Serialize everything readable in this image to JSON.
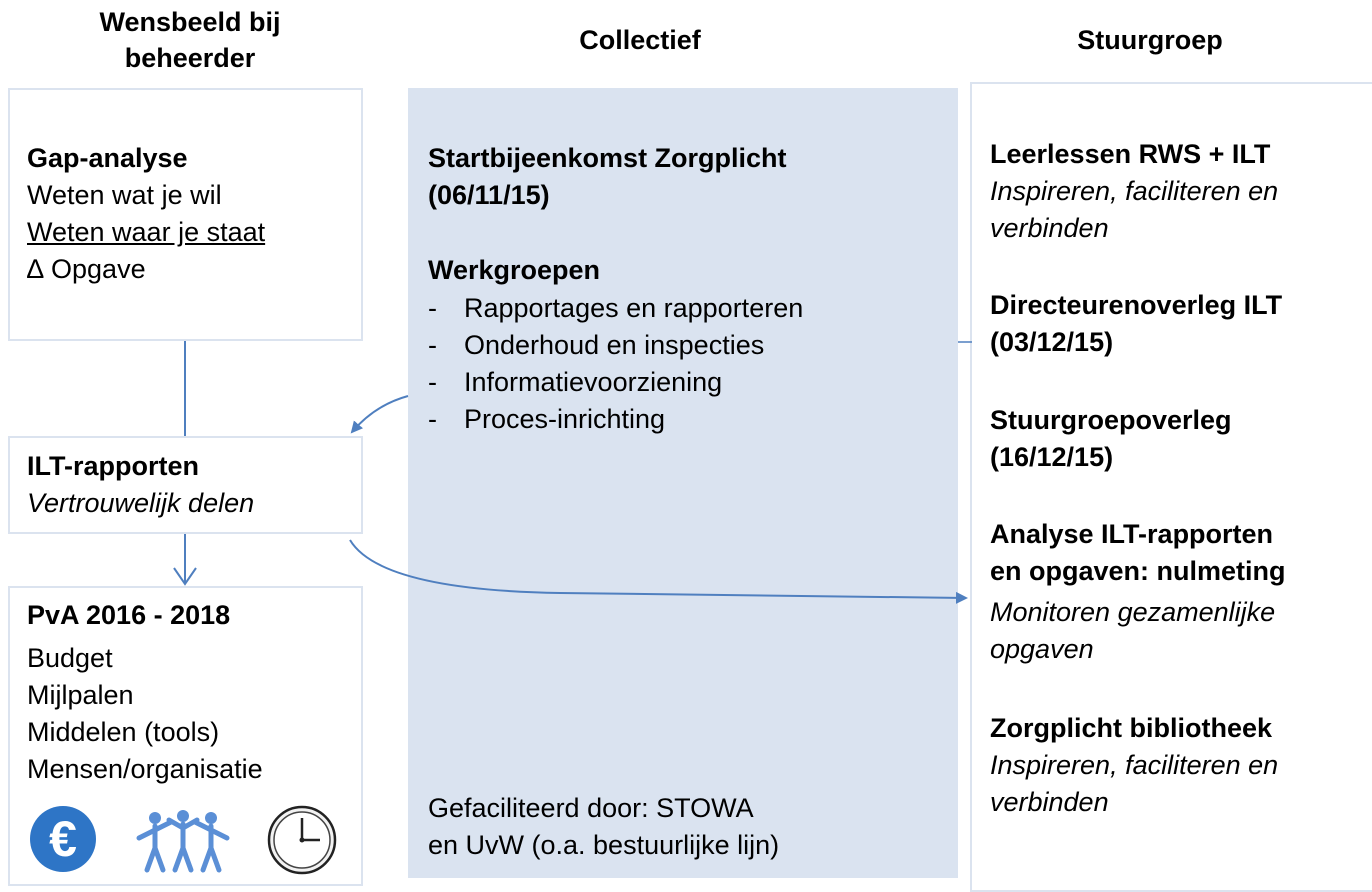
{
  "columns": {
    "left": "Wensbeeld bij beheerder",
    "middle": "Collectief",
    "right": "Stuurgroep"
  },
  "left": {
    "gap": {
      "title": "Gap-analyse",
      "line1": "Weten wat je wil",
      "line2": "Weten waar je staat",
      "line3": "∆ Opgave"
    },
    "ilt": {
      "title": "ILT-rapporten",
      "subtitle": "Vertrouwelijk delen"
    },
    "pva": {
      "title": "PvA 2016 - 2018",
      "items": [
        "Budget",
        "Mijlpalen",
        "Middelen (tools)",
        "Mensen/organisatie"
      ],
      "icons": [
        "euro-icon",
        "people-icon",
        "clock-icon"
      ],
      "euro_symbol": "€"
    }
  },
  "middle": {
    "start_title": "Startbijeenkomst Zorgplicht",
    "start_date": "(06/11/15)",
    "werkgroepen_title": "Werkgroepen",
    "werkgroepen": [
      "Rapportages en rapporteren",
      "Onderhoud en inspecties",
      "Informatievoorziening",
      "Proces-inrichting"
    ],
    "dash": "-",
    "footer_line1": "Gefaciliteerd door: STOWA",
    "footer_line2": "en UvW (o.a. bestuurlijke lijn)"
  },
  "right": {
    "b1_title": "Leerlessen RWS + ILT",
    "b1_sub1": "Inspireren, faciliteren en",
    "b1_sub2": "verbinden",
    "b2_title1": "Directeurenoverleg ILT",
    "b2_title2": "(03/12/15)",
    "b3_title1": "Stuurgroepoverleg",
    "b3_title2": "(16/12/15)",
    "b4_title1": "Analyse ILT-rapporten",
    "b4_title2": "en opgaven: nulmeting",
    "b4_sub1": "Monitoren gezamenlijke",
    "b4_sub2": "opgaven",
    "b5_title": "Zorgplicht bibliotheek",
    "b5_sub1": "Inspireren, faciliteren en",
    "b5_sub2": "verbinden"
  },
  "colors": {
    "band": "#dae3f0",
    "box_border": "#dbe3ef",
    "connector": "#4f7fbf",
    "euro_blue": "#2e75c6",
    "people_blue": "#5b8fd6"
  }
}
